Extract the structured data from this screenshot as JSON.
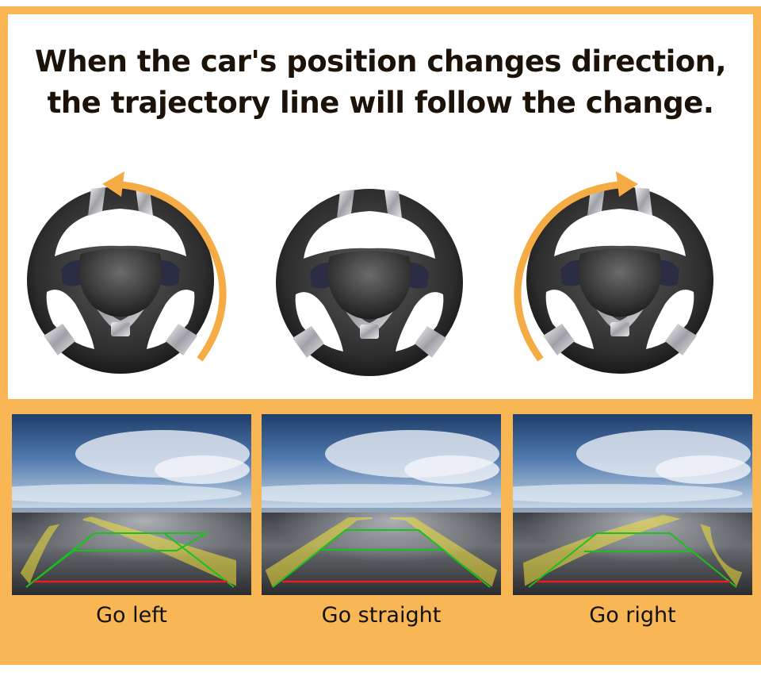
{
  "headline": {
    "line1": "When the car's position changes direction,",
    "line2": "the trajectory line will follow the change."
  },
  "colors": {
    "frame": "#F8B655",
    "arrow": "#F5AC45",
    "guide_yellow": "#F2E23A",
    "guide_green": "#19C21B",
    "guide_red": "#E81D1D"
  },
  "wheels": [
    {
      "label": "steering-wheel-turn-left",
      "arrow": "counterclockwise"
    },
    {
      "label": "steering-wheel-center",
      "arrow": "none"
    },
    {
      "label": "steering-wheel-turn-right",
      "arrow": "clockwise"
    }
  ],
  "scenes": [
    {
      "caption": "Go left"
    },
    {
      "caption": "Go straight"
    },
    {
      "caption": "Go right"
    }
  ]
}
